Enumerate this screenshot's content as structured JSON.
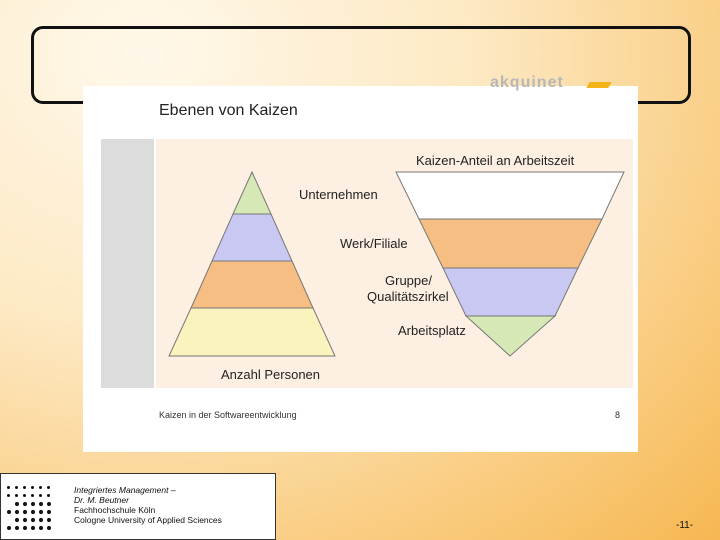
{
  "slide": {
    "title": "Ebenen von Kaizen",
    "logo": "akquinet",
    "footer": "Kaizen in der Softwareentwicklung",
    "page": "8"
  },
  "diagram": {
    "levels": [
      "Unternehmen",
      "Werk/Filiale",
      "Gruppe/",
      "Qualitätszirkel",
      "Arbeitsplatz"
    ],
    "left_label": "Anzahl Personen",
    "right_label": "Kaizen-Anteil an Arbeitszeit",
    "colors": {
      "green": "#d5e8b6",
      "blue": "#c9c8f2",
      "orange": "#f6be82",
      "yellow": "#fbf3bd",
      "white": "#ffffff"
    }
  },
  "footer_box": {
    "line1": "Integriertes Management –",
    "line2": "Dr. M. Beutner",
    "line3": "Fachhochschule Köln",
    "line4": "Cologne University of Applied Sciences"
  },
  "slide_number": "-11-"
}
